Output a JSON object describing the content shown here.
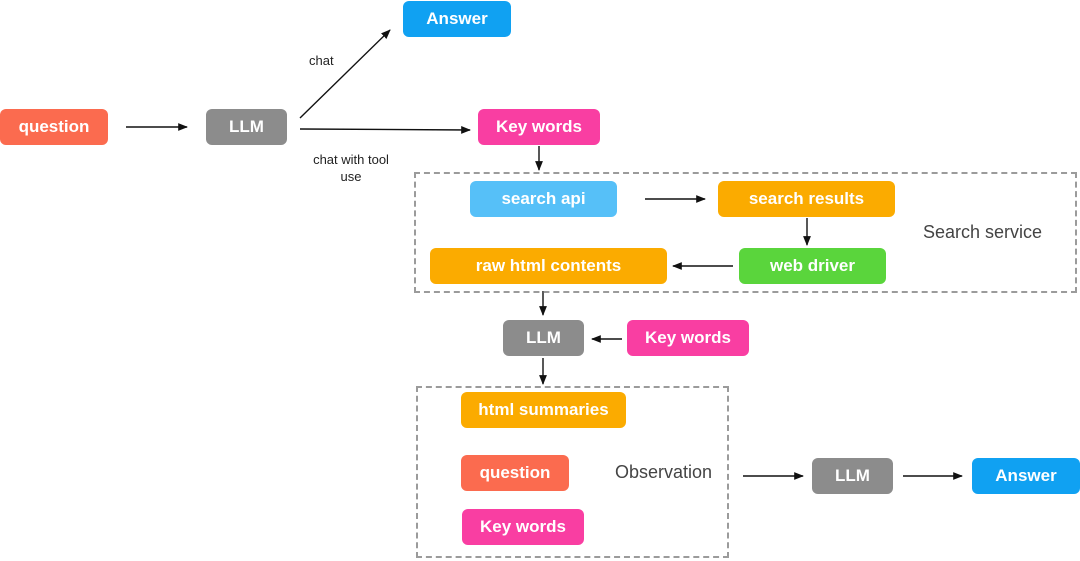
{
  "nodes": {
    "question_start": "question",
    "llm_main": "LLM",
    "answer_top": "Answer",
    "keywords_top": "Key words",
    "search_api": "search api",
    "search_results": "search results",
    "web_driver": "web driver",
    "raw_html": "raw html contents",
    "llm_middle": "LLM",
    "keywords_middle": "Key words",
    "html_summaries": "html summaries",
    "question_obs": "question",
    "keywords_obs": "Key words",
    "llm_final": "LLM",
    "answer_final": "Answer"
  },
  "edge_labels": {
    "chat": "chat",
    "chat_with_tool_line1": "chat with tool",
    "chat_with_tool_line2": "use"
  },
  "groups": {
    "search_service": "Search service",
    "observation": "Observation"
  },
  "colors": {
    "question": "#fb6b4f",
    "llm": "#8c8c8c",
    "answer": "#10a1f2",
    "key_words": "#f93ea2",
    "search_api": "#56c0f8",
    "results_orange": "#fbab00",
    "web_driver": "#5ad53c",
    "dashed_border": "#9b9b9b"
  }
}
